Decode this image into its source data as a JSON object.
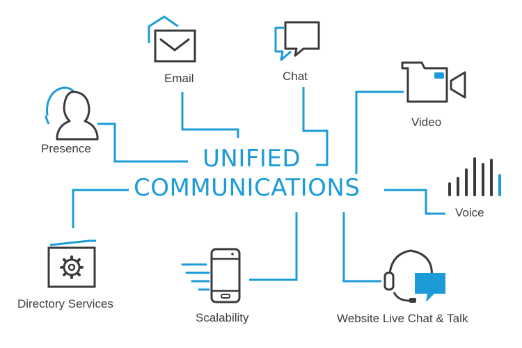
{
  "diagram": {
    "title_line1": "UNIFIED",
    "title_line2": "COMMUNICATIONS",
    "nodes": {
      "email": "Email",
      "chat": "Chat",
      "video": "Video",
      "presence": "Presence",
      "voice": "Voice",
      "directory": "Directory Services",
      "scalability": "Scalability",
      "livechat": "Website Live Chat & Talk"
    },
    "colors": {
      "accent": "#1b9bd7",
      "icon_stroke": "#3a3a3a",
      "text": "#3d3d3d"
    },
    "icons": [
      "envelope-icon",
      "chat-bubbles-icon",
      "video-camera-icon",
      "user-silhouette-icon",
      "sound-bars-icon",
      "gear-book-icon",
      "smartphone-icon",
      "headset-icon"
    ]
  }
}
